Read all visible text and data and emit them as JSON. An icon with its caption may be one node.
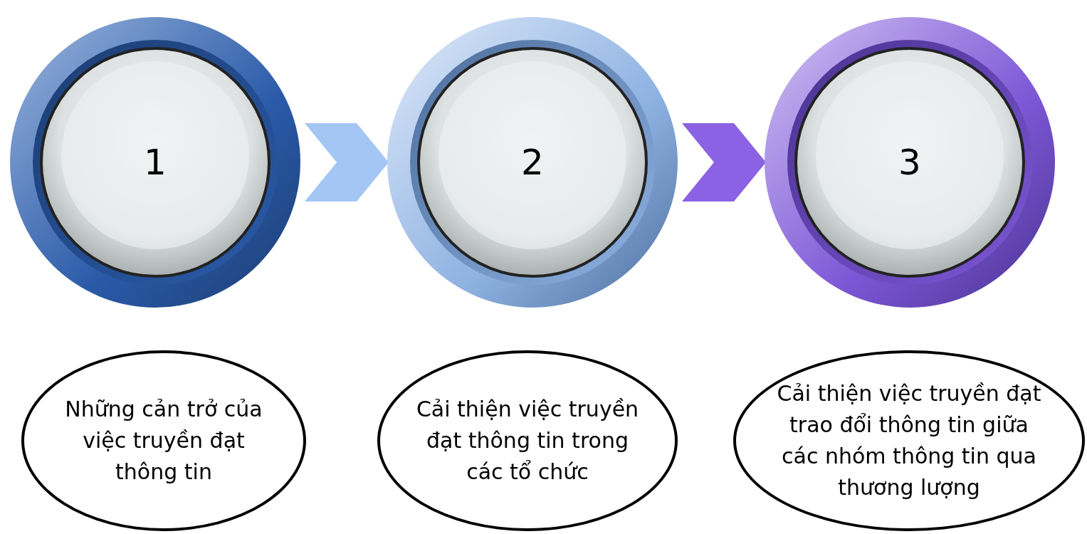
{
  "diagram": {
    "nodes": [
      {
        "text": [
          "1"
        ]
      },
      {
        "text": [
          "2"
        ]
      },
      {
        "text": [
          "3"
        ]
      },
      {
        "text": [
          "Những cản trở của việc truyền đạt thông tin"
        ]
      },
      {
        "text": [
          "Cải thiện việc truyền đạt thông tin trong các tổ chức"
        ]
      },
      {
        "text": [
          "Cải thiện việc truyền đạt trao đổi thông tin giữa các nhóm thông tin qua thương lượng"
        ]
      }
    ],
    "edges": [
      {
        "from": 0,
        "to": 1,
        "arrow": "to",
        "color": "#a3c6f5"
      },
      {
        "from": 1,
        "to": 2,
        "arrow": "to",
        "color": "#8b62e3"
      }
    ]
  }
}
